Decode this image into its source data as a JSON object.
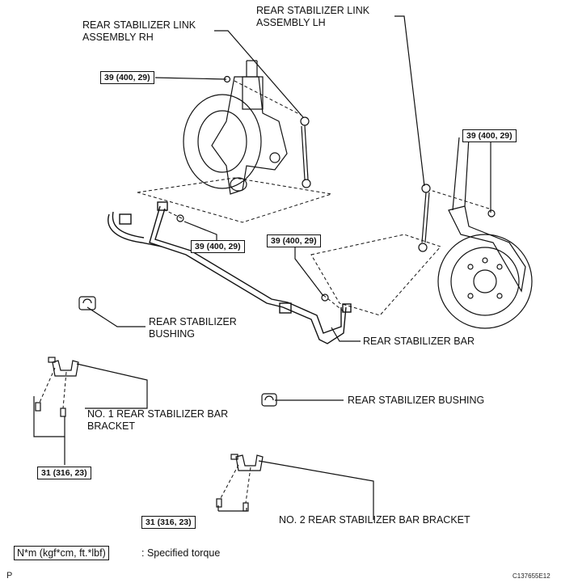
{
  "labels": {
    "link_rh": "REAR STABILIZER LINK\nASSEMBLY RH",
    "link_lh": "REAR STABILIZER LINK\nASSEMBLY LH",
    "bushing_left": "REAR STABILIZER\nBUSHING",
    "bar": "REAR STABILIZER BAR",
    "bracket1": "NO. 1 REAR STABILIZER BAR\nBRACKET",
    "bushing_right": "REAR STABILIZER BUSHING",
    "bracket2": "NO. 2 REAR STABILIZER BAR BRACKET"
  },
  "torque": {
    "t1": "39 (400, 29)",
    "t2": "39 (400, 29)",
    "t3": "39 (400, 29)",
    "t4": "39 (400, 29)",
    "t5": "31 (316, 23)",
    "t6": "31 (316, 23)"
  },
  "legend": {
    "units": "N*m (kgf*cm, ft.*lbf)",
    "desc": ": Specified torque"
  },
  "footer": {
    "page_letter": "P",
    "code": "C137655E12"
  }
}
